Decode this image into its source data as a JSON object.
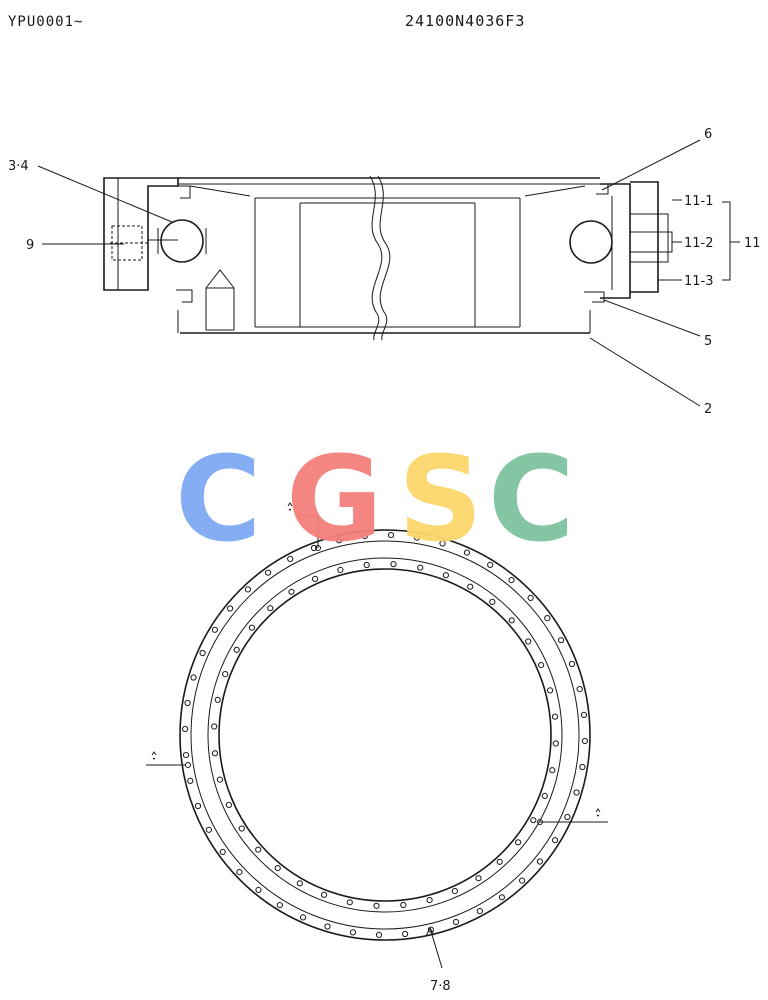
{
  "header": {
    "serial": "YPU0001~",
    "part_number": "24100N4036F3"
  },
  "callouts": {
    "c34": "3·4",
    "c9": "9",
    "c6": "6",
    "c5": "5",
    "c2": "2",
    "c11_1": "11-1",
    "c11_2": "11-2",
    "c11_3": "11-3",
    "c11": "11",
    "c78": "7·8"
  },
  "watermark": {
    "letters": [
      "C",
      "G",
      "S",
      "C"
    ],
    "colors": [
      "#7fa9f3",
      "#f47f7a",
      "#fbd66b",
      "#7ec3a0"
    ]
  },
  "ring": {
    "outer_holes": 48,
    "inner_holes": 40
  }
}
